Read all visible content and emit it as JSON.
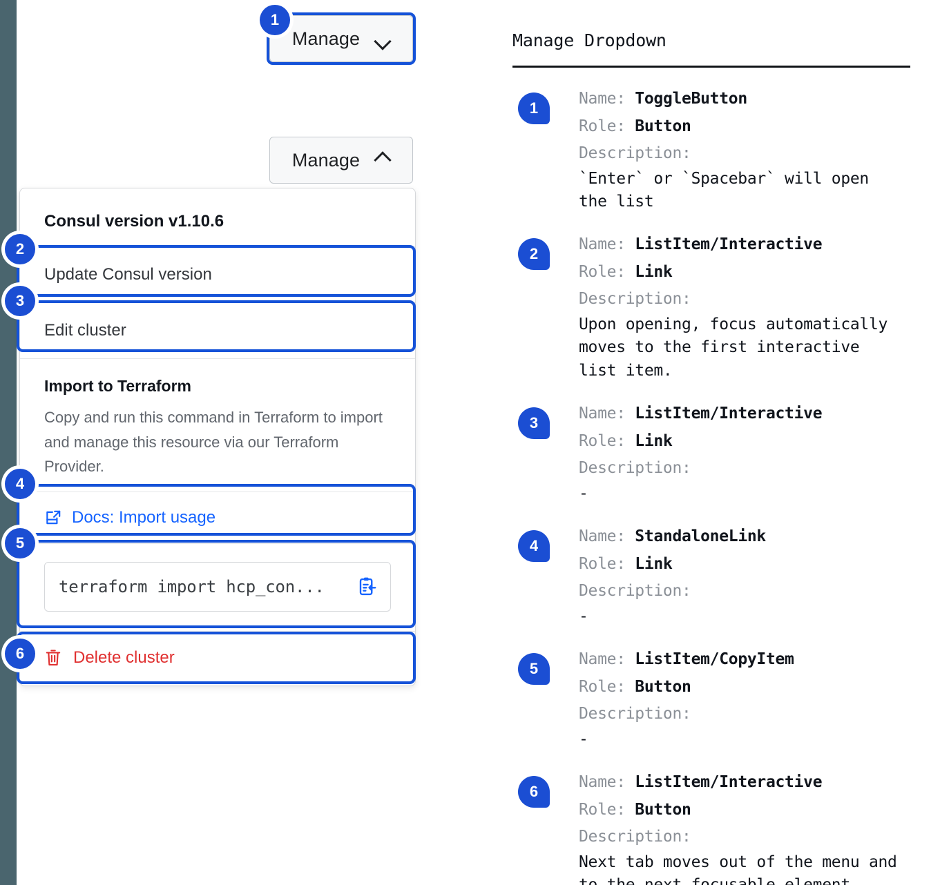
{
  "rail": {
    "color": "#4a656e"
  },
  "accent": {
    "blue": "#1552d8",
    "badge_blue": "#1b4ed3",
    "link_blue": "#1563ff",
    "danger_red": "#e03030"
  },
  "left": {
    "button_collapsed": {
      "label": "Manage",
      "icon": "chevron-down-icon"
    },
    "button_expanded": {
      "label": "Manage",
      "icon": "chevron-up-icon"
    },
    "dropdown": {
      "section_title": "Consul version v1.10.6",
      "items": [
        {
          "label": "Update Consul version"
        },
        {
          "label": "Edit cluster"
        }
      ],
      "terraform": {
        "heading": "Import to Terraform",
        "body": "Copy and run this command in Terraform to import and manage this resource via our Terraform Provider.",
        "docs_link": "Docs: Import usage",
        "docs_icon": "docs-external-link-icon",
        "command": "terraform import hcp_con...",
        "copy_icon": "clipboard-copy-icon"
      },
      "delete": {
        "label": "Delete cluster",
        "icon": "trash-icon"
      }
    },
    "markers": [
      "1",
      "2",
      "3",
      "4",
      "5",
      "6"
    ]
  },
  "right": {
    "title": "Manage Dropdown",
    "labels": {
      "name": "Name: ",
      "role": "Role: ",
      "description": "Description:"
    },
    "entries": [
      {
        "num": "1",
        "name": "ToggleButton",
        "role": "Button",
        "description": "`Enter` or `Spacebar` will open\nthe list"
      },
      {
        "num": "2",
        "name": "ListItem/Interactive",
        "role": "Link",
        "description": "Upon opening, focus automatically\nmoves to the first interactive\nlist item."
      },
      {
        "num": "3",
        "name": "ListItem/Interactive",
        "role": "Link",
        "description": "-"
      },
      {
        "num": "4",
        "name": "StandaloneLink",
        "role": "Link",
        "description": "-"
      },
      {
        "num": "5",
        "name": "ListItem/CopyItem",
        "role": "Button",
        "description": "-"
      },
      {
        "num": "6",
        "name": "ListItem/Interactive",
        "role": "Button",
        "description": "Next tab moves out of the menu and\nto the next focusable element"
      }
    ]
  }
}
